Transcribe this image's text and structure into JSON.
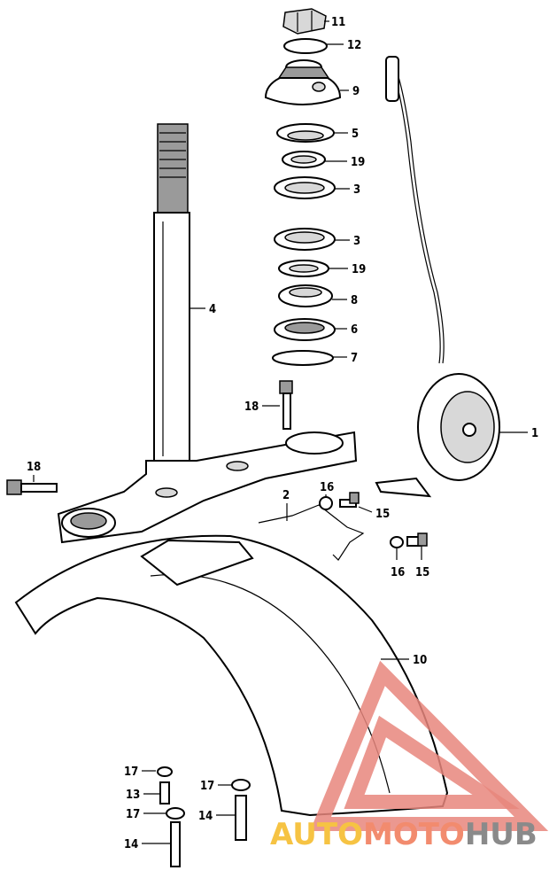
{
  "callouts": [
    {
      "id": "c11a",
      "num": "11"
    },
    {
      "id": "c12",
      "num": "12"
    },
    {
      "id": "c9",
      "num": "9"
    },
    {
      "id": "c5",
      "num": "5"
    },
    {
      "id": "c19a",
      "num": "19"
    },
    {
      "id": "c3a",
      "num": "3"
    },
    {
      "id": "c3b",
      "num": "3"
    },
    {
      "id": "c19b",
      "num": "19"
    },
    {
      "id": "c8",
      "num": "8"
    },
    {
      "id": "c6",
      "num": "6"
    },
    {
      "id": "c7",
      "num": "7"
    },
    {
      "id": "c4",
      "num": "4"
    },
    {
      "id": "c18a",
      "num": "18"
    },
    {
      "id": "c18b",
      "num": "18"
    },
    {
      "id": "c1",
      "num": "1"
    },
    {
      "id": "c2",
      "num": "2"
    },
    {
      "id": "c16a",
      "num": "16"
    },
    {
      "id": "c15a",
      "num": "15"
    },
    {
      "id": "c16b",
      "num": "16"
    },
    {
      "id": "c15b",
      "num": "15"
    },
    {
      "id": "c10",
      "num": "10"
    },
    {
      "id": "c17a",
      "num": "17"
    },
    {
      "id": "c13",
      "num": "13"
    },
    {
      "id": "c17b",
      "num": "17"
    },
    {
      "id": "c14a",
      "num": "14"
    },
    {
      "id": "c17c",
      "num": "17"
    },
    {
      "id": "c14b",
      "num": "14"
    }
  ],
  "watermark": {
    "part1": "AUTO",
    "part2": "MOTO",
    "part3": "HUB",
    "color_light": "#f6c343",
    "color_mid": "#f28b6e",
    "color_dark": "#8a8a8a",
    "triangle_color": "#e8867d"
  }
}
